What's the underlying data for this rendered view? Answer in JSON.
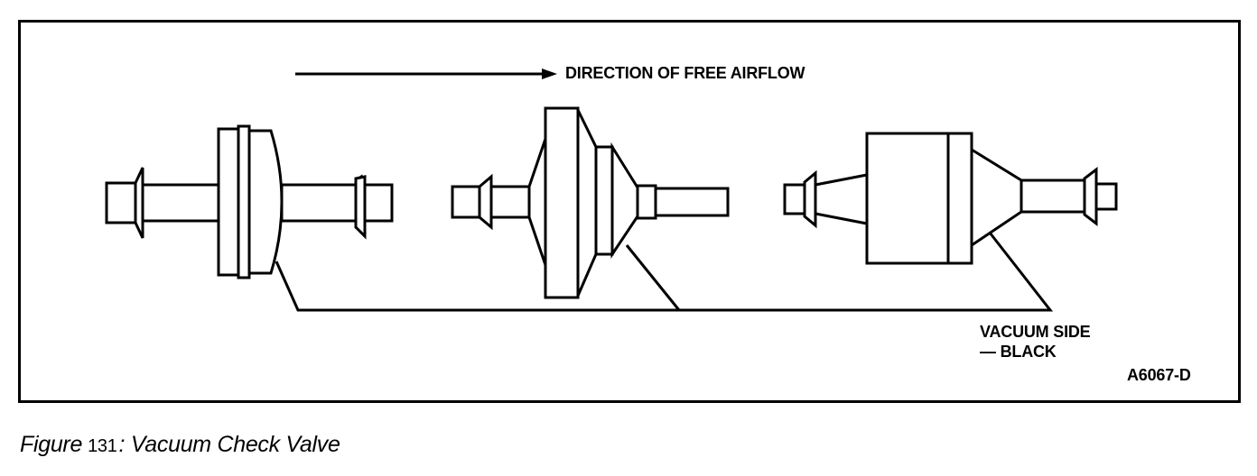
{
  "labels": {
    "airflow": "DIRECTION OF FREE AIRFLOW",
    "vacuum_side_line1": "VACUUM SIDE",
    "vacuum_side_line2": "— BLACK",
    "figure_id": "A6067-D"
  },
  "caption": {
    "prefix": "Figure",
    "number": "131",
    "title": ": Vacuum Check Valve"
  }
}
